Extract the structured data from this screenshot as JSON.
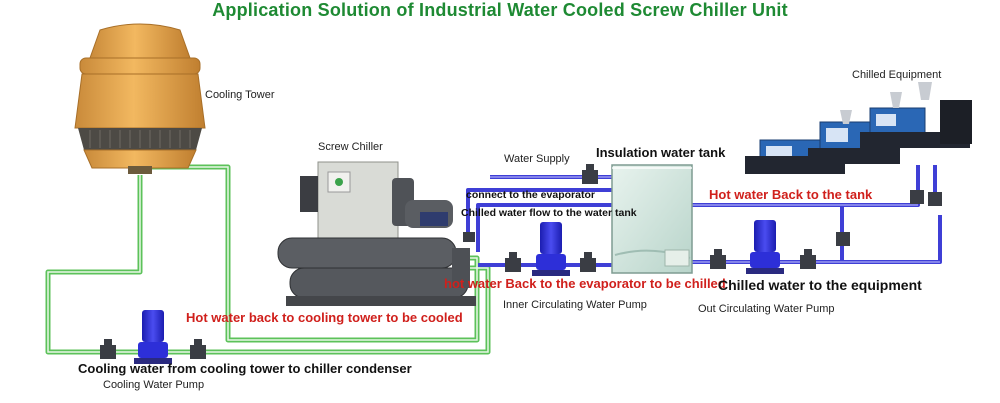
{
  "title": "Application Solution of Industrial Water Cooled Screw Chiller Unit",
  "labels": {
    "cooling_tower": "Cooling Tower",
    "screw_chiller": "Screw Chiller",
    "water_supply": "Water Supply",
    "insulation_tank": "Insulation water tank",
    "chilled_equipment": "Chilled Equipment",
    "connect_evaporator": "connect to the evaporator",
    "chilled_flow_tank": "Chilled water flow to the water tank",
    "hot_back_tank": "Hot water Back to the tank",
    "hot_back_evaporator": "hot water Back to the evaporator to be chilled",
    "chilled_to_equipment": "Chilled water to the equipment",
    "inner_pump": "Inner Circulating Water Pump",
    "out_pump": "Out Circulating Water Pump",
    "hot_back_tower": "Hot water back to cooling tower to be cooled",
    "cooling_from_tower": "Cooling water from cooling tower to chiller condenser",
    "cooling_pump": "Cooling Water Pump"
  },
  "colors": {
    "title": "#1e8a33",
    "red_text": "#d0201c",
    "green_pipe": "#5cc25a",
    "blue_pipe": "#3f3fd6",
    "pump_blue": "#2d2fd8",
    "tower_orange": "#e8a647",
    "tank_glass": "#cfe3dc",
    "equipment_blue": "#2a67b5"
  }
}
